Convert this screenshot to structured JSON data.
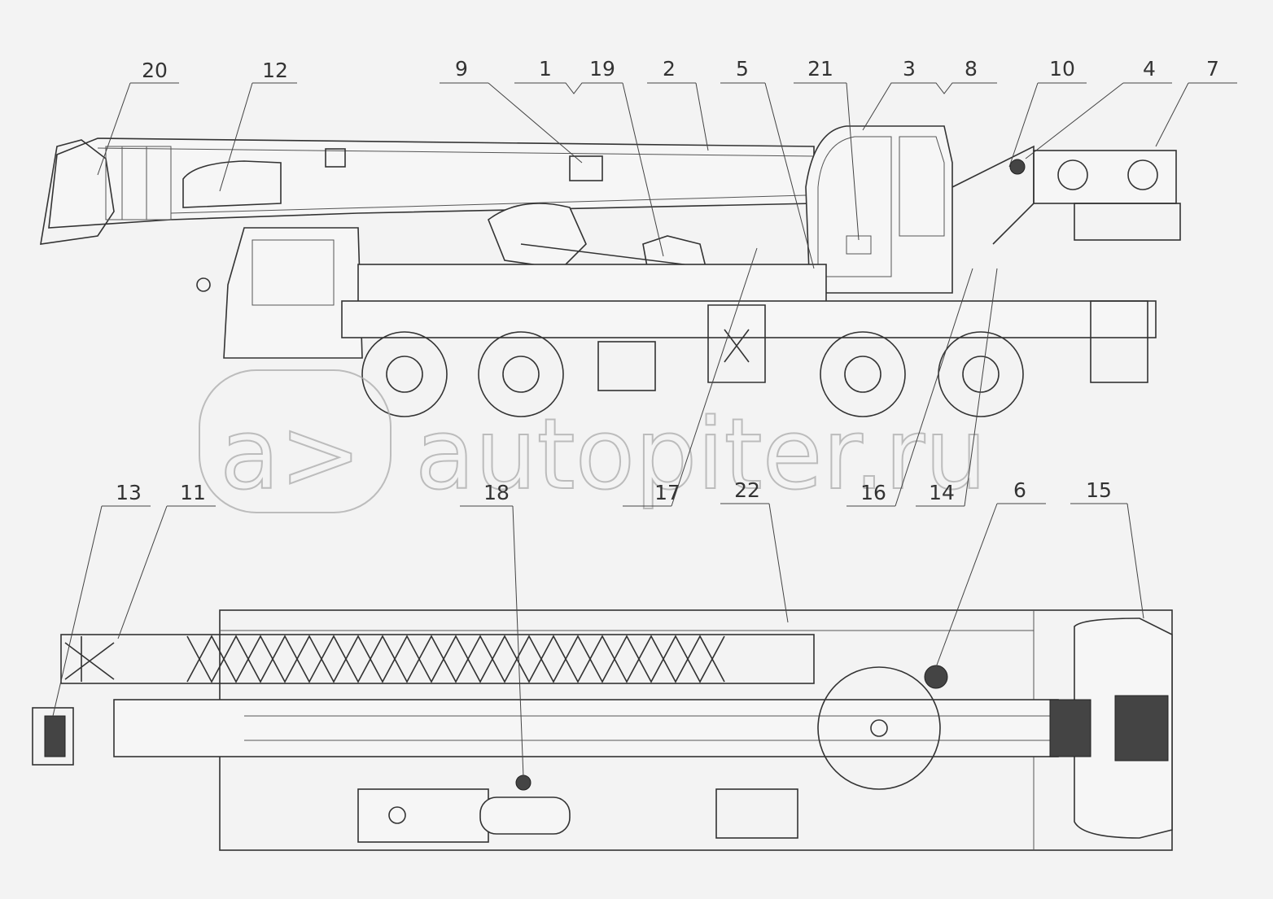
{
  "diagram": {
    "title": "Truck crane general arrangement",
    "callouts_side_view": [
      "20",
      "12",
      "9",
      "1",
      "19",
      "2",
      "5",
      "21",
      "3",
      "8",
      "10",
      "4",
      "7"
    ],
    "callouts_lower": [
      "13",
      "11",
      "18",
      "17",
      "22",
      "16",
      "14",
      "6",
      "15"
    ]
  },
  "watermark": {
    "logo_text": "a>",
    "site_text": "autopiter.ru"
  }
}
